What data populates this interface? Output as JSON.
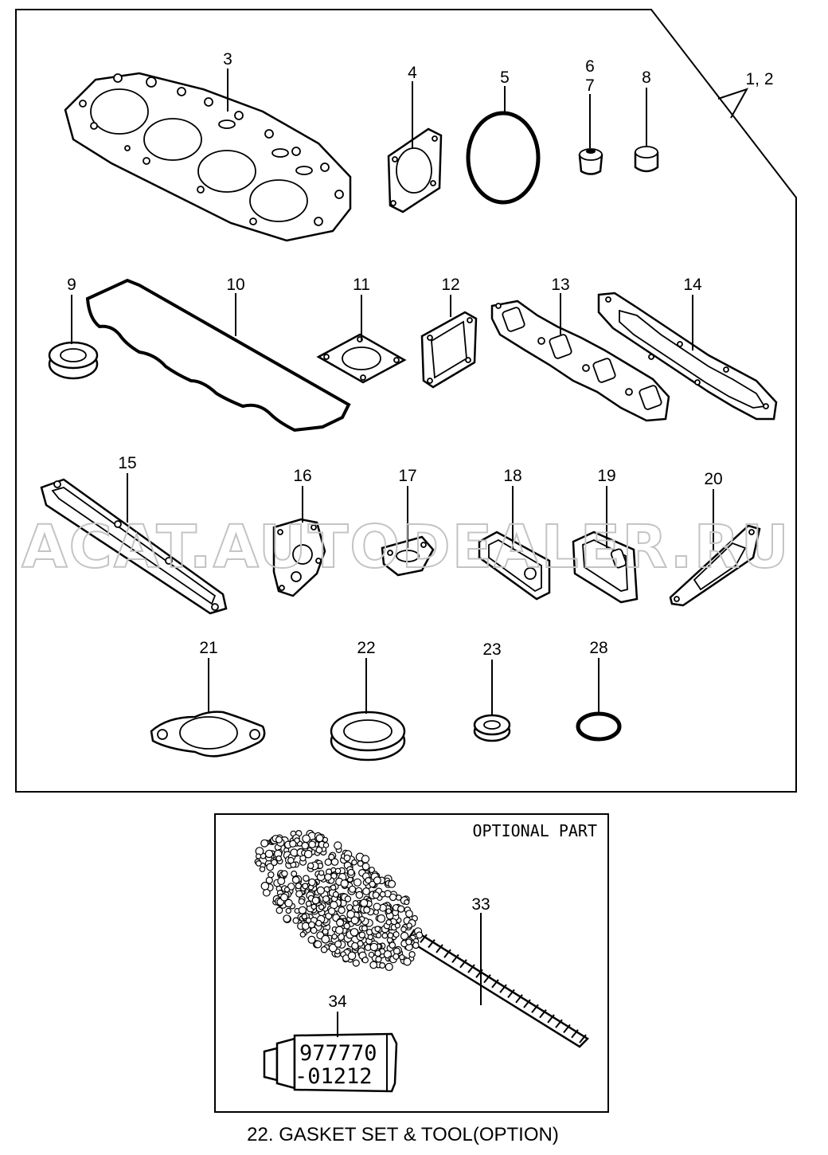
{
  "title": "22.  GASKET SET & TOOL(OPTION)",
  "watermark": "ACAT.AUTODEALER.RU",
  "optional_panel": {
    "label": "OPTIONAL PART",
    "tube_code_line1": "977770",
    "tube_code_line2": "-01212"
  },
  "callouts": {
    "c3": "3",
    "c4": "4",
    "c5": "5",
    "c6": "6",
    "c7": "7",
    "c8": "8",
    "c12a": "1, 2",
    "c9": "9",
    "c10": "10",
    "c11": "11",
    "c12": "12",
    "c13": "13",
    "c14": "14",
    "c15": "15",
    "c16": "16",
    "c17": "17",
    "c18": "18",
    "c19": "19",
    "c20": "20",
    "c21": "21",
    "c22": "22",
    "c23": "23",
    "c28": "28",
    "c33": "33",
    "c34": "34"
  },
  "colors": {
    "ink": "#000000",
    "watermark": "#c4c4c4",
    "paper": "#ffffff"
  }
}
